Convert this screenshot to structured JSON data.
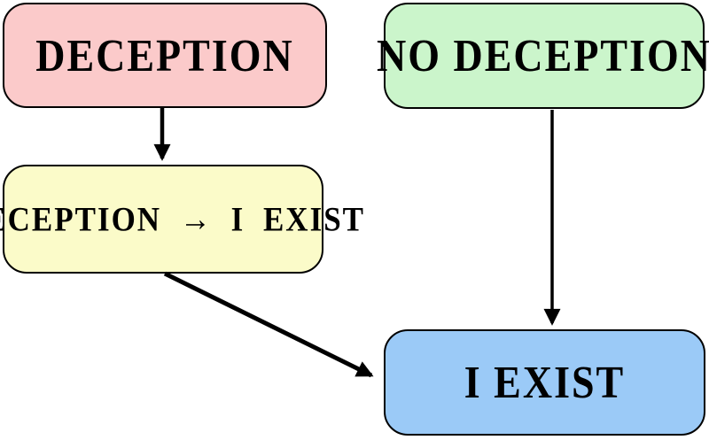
{
  "diagram": {
    "type": "flowchart",
    "background_color": "#FFFFFF",
    "text_color": "#000000",
    "arrow_color": "#000000",
    "nodes": [
      {
        "id": "deception",
        "label": "DECEPTION",
        "fill": "#FBCACA",
        "border_color": "#000000"
      },
      {
        "id": "no-deception",
        "label": "NO DECEPTION",
        "fill": "#CBF5CB",
        "border_color": "#000000"
      },
      {
        "id": "deception-implies-i-exist",
        "label": "DECEPTION → I EXIST",
        "fill": "#FBFBC9",
        "border_color": "#000000"
      },
      {
        "id": "i-exist",
        "label": "I EXIST",
        "fill": "#9BCAF7",
        "border_color": "#000000"
      }
    ],
    "edges": [
      {
        "from": "deception",
        "to": "deception-implies-i-exist"
      },
      {
        "from": "no-deception",
        "to": "i-exist"
      },
      {
        "from": "deception-implies-i-exist",
        "to": "i-exist"
      }
    ]
  }
}
